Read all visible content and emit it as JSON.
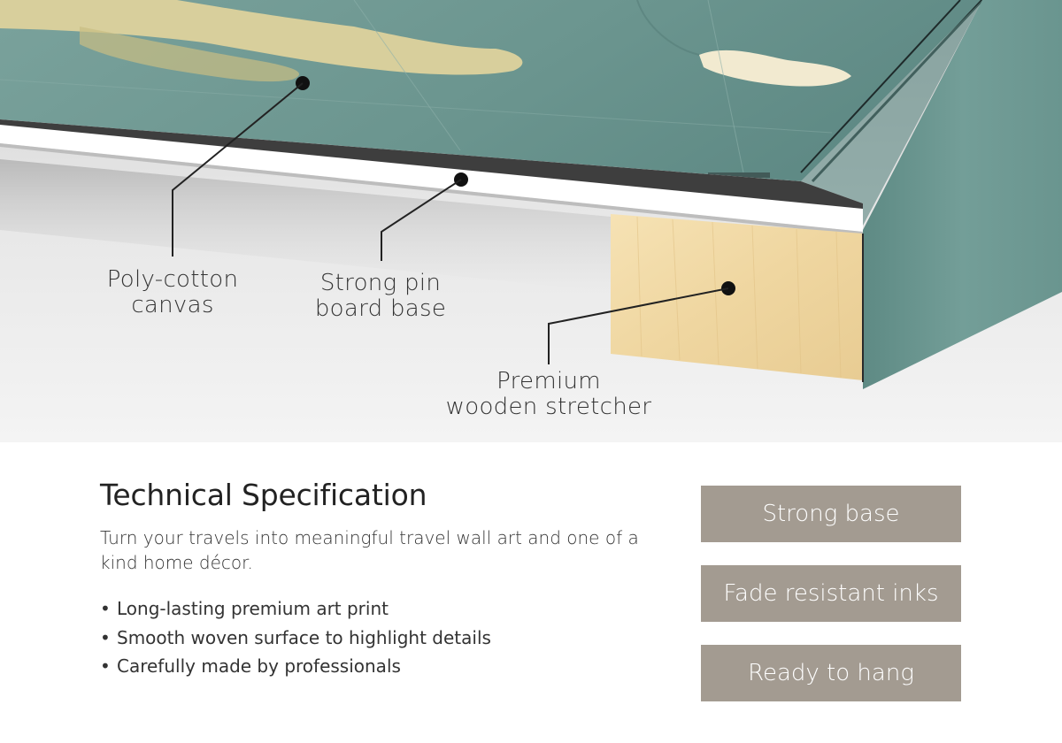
{
  "callouts": {
    "canvas": {
      "line1": "Poly-cotton",
      "line2": "canvas"
    },
    "pinboard": {
      "line1": "Strong pin",
      "line2": "board base"
    },
    "stretcher": {
      "line1": "Premium",
      "line2": "wooden stretcher"
    }
  },
  "spec": {
    "title": "Technical Specification",
    "intro": "Turn your travels into meaningful travel wall art and one of a kind home décor.",
    "bullet_glyph": "•",
    "features": [
      "Long-lasting premium art print",
      "Smooth woven surface to highlight details",
      "Carefully made by professionals"
    ]
  },
  "badges": {
    "strong_base": "Strong base",
    "fade_resistant": "Fade resistant inks",
    "ready_to_hang": "Ready to hang"
  },
  "colors": {
    "badge_bg": "#a39b91",
    "map_sea": "#6f9a94",
    "canvas_side": "#6d9892",
    "wood": "#efd8a5",
    "pin_board": "#ffffff"
  }
}
